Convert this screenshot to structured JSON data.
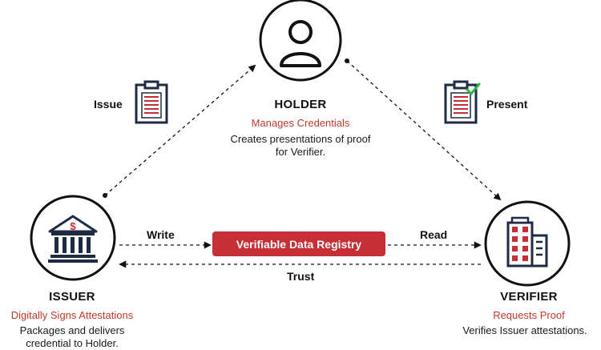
{
  "holder": {
    "title": "HOLDER",
    "subtitle": "Manages Credentials",
    "description_line1": "Creates presentations of proof",
    "description_line2": "for Verifier."
  },
  "issuer": {
    "title": "ISSUER",
    "subtitle": "Digitally Signs Attestations",
    "description_line1": "Packages and delivers",
    "description_line2": "credential to Holder."
  },
  "verifier": {
    "title": "VERIFIER",
    "subtitle": "Requests Proof",
    "description_line1": "Verifies Issuer attestations."
  },
  "edges": {
    "issue": "Issue",
    "present": "Present",
    "write": "Write",
    "read": "Read",
    "trust": "Trust"
  },
  "registry": {
    "label": "Verifiable Data Registry"
  },
  "colors": {
    "accent": "#c62f36",
    "navy": "#1f2a44",
    "green": "#2db34a"
  }
}
